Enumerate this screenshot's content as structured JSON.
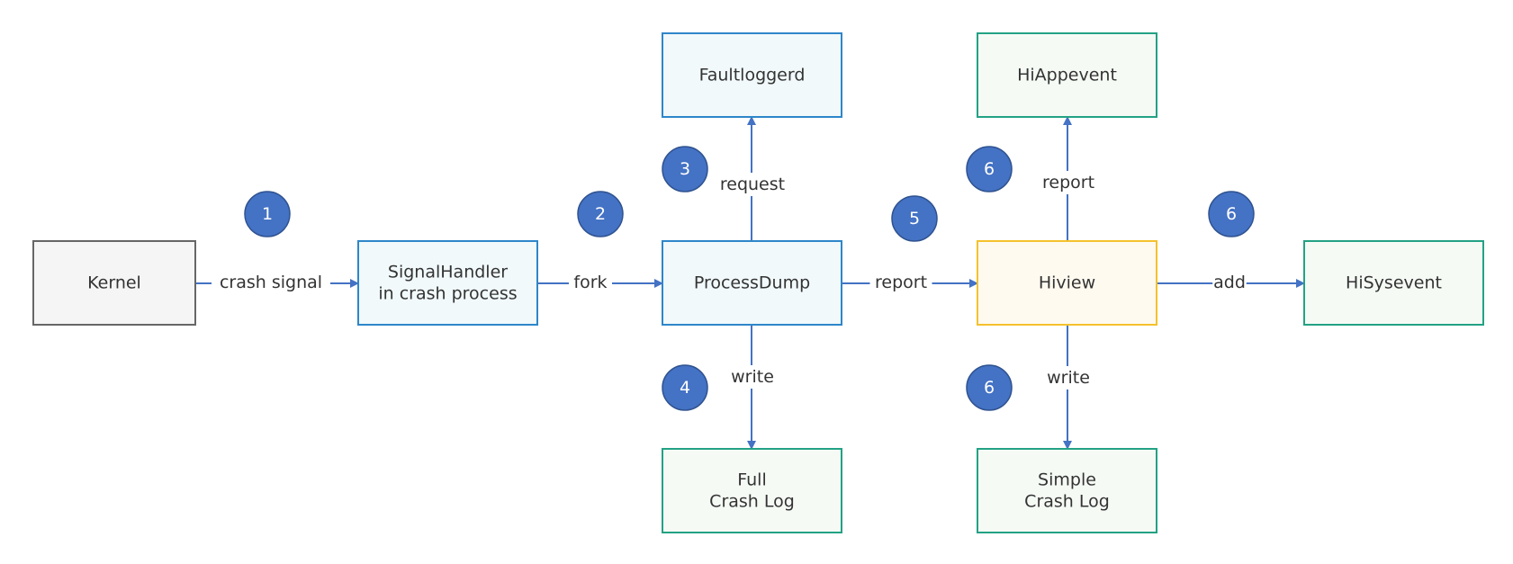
{
  "colors": {
    "edge": "#4472c4",
    "step_fill": "#4472c4",
    "step_stroke": "#2f528f",
    "step_text": "#ffffff",
    "gray_stroke": "#666666",
    "gray_fill": "#f5f5f5",
    "blue_stroke": "#2e86c9",
    "blue_fill": "#f1f9fb",
    "green_stroke": "#23a284",
    "green_fill": "#f5faf5",
    "yellow_stroke": "#f5c12d",
    "yellow_fill": "#fffaf0"
  },
  "nodes": [
    {
      "id": "kernel",
      "lines": [
        "Kernel"
      ],
      "style": "gray"
    },
    {
      "id": "signalhandler",
      "lines": [
        "SignalHandler",
        "in crash process"
      ],
      "style": "blue"
    },
    {
      "id": "processdump",
      "lines": [
        "ProcessDump"
      ],
      "style": "blue"
    },
    {
      "id": "faultloggerd",
      "lines": [
        "Faultloggerd"
      ],
      "style": "blue"
    },
    {
      "id": "full-crash-log",
      "lines": [
        "Full",
        "Crash Log"
      ],
      "style": "green"
    },
    {
      "id": "hiview",
      "lines": [
        "Hiview"
      ],
      "style": "yellow"
    },
    {
      "id": "hiappevent",
      "lines": [
        "HiAppevent"
      ],
      "style": "green"
    },
    {
      "id": "simple-crash-log",
      "lines": [
        "Simple",
        "Crash Log"
      ],
      "style": "green"
    },
    {
      "id": "hisysevent",
      "lines": [
        "HiSysevent"
      ],
      "style": "green"
    }
  ],
  "edges": [
    {
      "id": "kernel-to-signalhandler",
      "from": "kernel",
      "to": "signalhandler",
      "label": "crash signal"
    },
    {
      "id": "signalhandler-to-processdump",
      "from": "signalhandler",
      "to": "processdump",
      "label": "fork"
    },
    {
      "id": "processdump-to-faultloggerd",
      "from": "processdump",
      "to": "faultloggerd",
      "label": "request"
    },
    {
      "id": "processdump-to-full-crash-log",
      "from": "processdump",
      "to": "full-crash-log",
      "label": "write"
    },
    {
      "id": "processdump-to-hiview",
      "from": "processdump",
      "to": "hiview",
      "label": "report"
    },
    {
      "id": "hiview-to-hiappevent",
      "from": "hiview",
      "to": "hiappevent",
      "label": "report"
    },
    {
      "id": "hiview-to-simple-crash-log",
      "from": "hiview",
      "to": "simple-crash-log",
      "label": "write"
    },
    {
      "id": "hiview-to-hisysevent",
      "from": "hiview",
      "to": "hisysevent",
      "label": "add"
    }
  ],
  "steps": [
    {
      "id": "step-1",
      "label": "1"
    },
    {
      "id": "step-2",
      "label": "2"
    },
    {
      "id": "step-3",
      "label": "3"
    },
    {
      "id": "step-4",
      "label": "4"
    },
    {
      "id": "step-5",
      "label": "5"
    },
    {
      "id": "step-6a",
      "label": "6"
    },
    {
      "id": "step-6b",
      "label": "6"
    },
    {
      "id": "step-6c",
      "label": "6"
    }
  ]
}
